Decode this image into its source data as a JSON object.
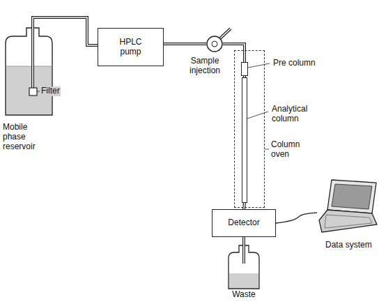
{
  "diagram": {
    "nodes": [
      {
        "text": [
          "Mobile phase reservoir"
        ]
      },
      {
        "text": [
          "HPLC pump"
        ]
      },
      {
        "text": [
          "Sample injection"
        ]
      },
      {
        "text": [
          "Column oven"
        ]
      },
      {
        "text": [
          "Pre column"
        ],
        "in": 3
      },
      {
        "text": [
          "Analytical column"
        ],
        "in": 3
      },
      {
        "text": [
          "Detector"
        ]
      },
      {
        "text": [
          "Data system"
        ]
      },
      {
        "text": [
          "Waste"
        ]
      }
    ],
    "edges": [
      {
        "from": 0,
        "to": 1,
        "arrow": "none"
      },
      {
        "from": 1,
        "to": 2,
        "arrow": "none"
      },
      {
        "from": 2,
        "to": 4,
        "arrow": "none"
      },
      {
        "from": 4,
        "to": 5,
        "arrow": "none"
      },
      {
        "from": 5,
        "to": 6,
        "arrow": "none"
      },
      {
        "from": 6,
        "to": 7,
        "arrow": "none"
      },
      {
        "from": 6,
        "to": 8,
        "arrow": "none"
      }
    ],
    "labels": [
      "Filter"
    ]
  }
}
